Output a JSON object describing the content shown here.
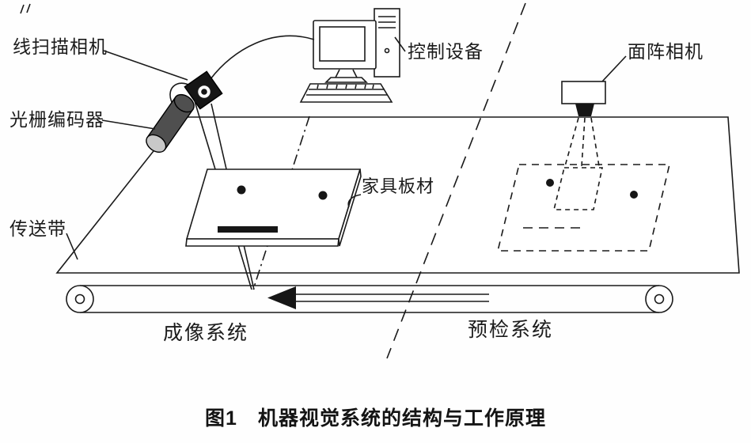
{
  "figure": {
    "caption": "图1　机器视觉系统的结构与工作原理",
    "labels": {
      "line_scan_camera": "线扫描相机",
      "grating_encoder": "光栅编码器",
      "conveyor_belt": "传送带",
      "control_device": "控制设备",
      "furniture_board": "家具板材",
      "area_camera": "面阵相机",
      "imaging_system": "成像系统",
      "preinspection_system": "预检系统"
    },
    "colors": {
      "ink": "#1a1a1a",
      "camera_body": "#161616",
      "encoder_body": "#4f4f4f",
      "encoder_cap": "#c8c8c8",
      "background": "#ffffff"
    }
  }
}
